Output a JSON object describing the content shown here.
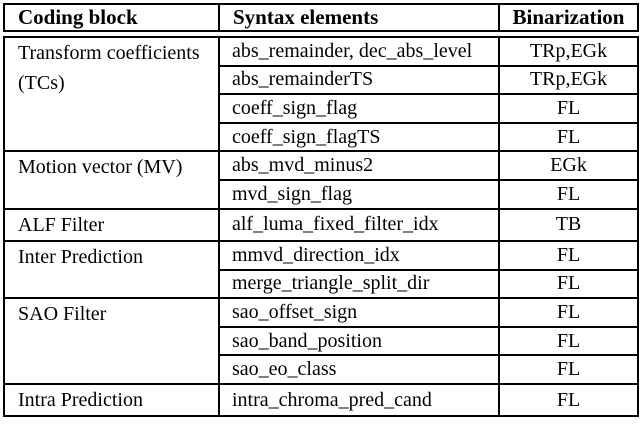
{
  "table": {
    "columns": [
      "Coding block",
      "Syntax elements",
      "Binarization"
    ],
    "groups": [
      {
        "coding_block": "Transform coefficients (TCs)",
        "rows": [
          {
            "syntax": "abs_remainder, dec_abs_level",
            "binarization": "TRp,EGk"
          },
          {
            "syntax": "abs_remainderTS",
            "binarization": "TRp,EGk"
          },
          {
            "syntax": "coeff_sign_flag",
            "binarization": "FL"
          },
          {
            "syntax": "coeff_sign_flagTS",
            "binarization": "FL"
          }
        ]
      },
      {
        "coding_block": "Motion vector (MV)",
        "rows": [
          {
            "syntax": "abs_mvd_minus2",
            "binarization": "EGk"
          },
          {
            "syntax": "mvd_sign_flag",
            "binarization": "FL"
          }
        ]
      },
      {
        "coding_block": "ALF Filter",
        "rows": [
          {
            "syntax": "alf_luma_fixed_filter_idx",
            "binarization": "TB"
          }
        ]
      },
      {
        "coding_block": "Inter Prediction",
        "rows": [
          {
            "syntax": "mmvd_direction_idx",
            "binarization": "FL"
          },
          {
            "syntax": "merge_triangle_split_dir",
            "binarization": "FL"
          }
        ]
      },
      {
        "coding_block": "SAO Filter",
        "rows": [
          {
            "syntax": "sao_offset_sign",
            "binarization": "FL"
          },
          {
            "syntax": "sao_band_position",
            "binarization": "FL"
          },
          {
            "syntax": "sao_eo_class",
            "binarization": "FL"
          }
        ]
      },
      {
        "coding_block": "Intra Prediction",
        "rows": [
          {
            "syntax": "intra_chroma_pred_cand",
            "binarization": "FL"
          }
        ]
      }
    ]
  },
  "colors": {
    "border": "#000000",
    "text": "#000000",
    "background": "#ffffff"
  }
}
